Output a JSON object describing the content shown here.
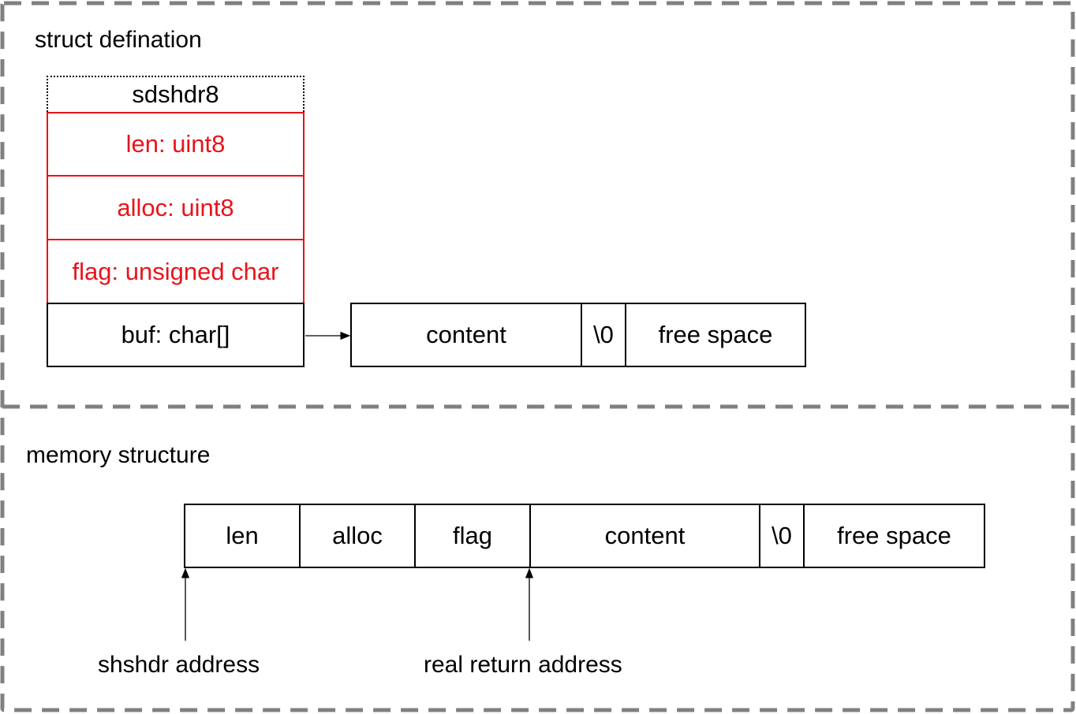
{
  "sections": {
    "struct_title": "struct defination",
    "memory_title": "memory structure"
  },
  "struct": {
    "name": "sdshdr8",
    "fields": [
      {
        "label": "len: uint8",
        "color": "#e8141b"
      },
      {
        "label": "alloc: uint8",
        "color": "#e8141b"
      },
      {
        "label": "flag: unsigned char",
        "color": "#e8141b"
      },
      {
        "label": "buf: char[]",
        "color": "#000000"
      }
    ]
  },
  "buffer": {
    "cells": [
      "content",
      "\\0",
      "free space"
    ]
  },
  "memory": {
    "cells": [
      "len",
      "alloc",
      "flag",
      "content",
      "\\0",
      "free space"
    ]
  },
  "pointers": {
    "sdshdr_label": "shshdr address",
    "return_label": "real return address"
  },
  "colors": {
    "highlight": "#e8141b",
    "frame_dash": "#808080"
  }
}
